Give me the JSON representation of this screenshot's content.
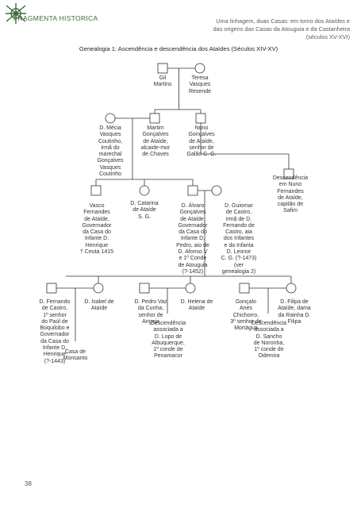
{
  "header": {
    "brand": "FRAGMENTA HISTORICA",
    "subtitle": "Uma linhagem, duas Casas: em torno dos Ataídes e\ndas origens das Casas da Atouguia e da Castanheira\n(séculos XV-XVI)"
  },
  "figure": {
    "title": "Genealogia 1: Ascendência e descendência dos Ataídes (Séculos XIV-XV)"
  },
  "persons": {
    "gil": "Gil\nMartins",
    "teresa": "Teresa\nVasques\nResende",
    "mecia": "D. Mécia\nVasques\nCoutinho,\nirmã do\nmarechal\nGonçalves\nVasques\nCoutinho",
    "martim": "Martim\nGonçalves\nde Ataíde,\nalcaide-mor\nde Chaves",
    "nuno": "Nuno\nGonçalves\nde Ataíde,\nsenhor de\nGalão C. G.",
    "desc_nuno": "Descendência\nem Nuno\nFernandes\nde Ataíde,\ncapitão de\nSafim",
    "vasco": "Vasco\nFernandes\nde Ataíde,\nGovernador\nda Casa do\nInfante D.\nHenrique\n† Ceuta 1415",
    "catarina": "D. Catarina\nde Ataíde\nS. G.",
    "alvaro": "D. Álvaro\nGonçalves\nde Ataíde,\nGovernador\nda Casa do\nInfante D.\nPedro, aio de\nD. Afonso V\ne 1º Conde\nde Atouguia\n(?-1452)",
    "guiomar": "D. Guiomar\nde Castro,\nirmã de D.\nFernando de\nCastro, aia\ndos Infantes\ne da Infanta\nD. Leonor\nC. G. (?-1473)\n(ver\ngenealogia 2)",
    "fernando": "D. Fernando\nde Castro,\n1º senhor\ndo Paúl de\nBoquilobo e\nGovernador\nda Casa do\nInfante D.\nHenrique\n(?-1443)",
    "isabel": "D. Isabel de\nAtaíde",
    "casa_monsanto": "Casa de\nMonsanto",
    "pedro": "D. Pedro Vaz\nda Cunha,\nsenhor de\nAngeja",
    "helena": "D. Helena de\nAtaíde",
    "desc_helena": "Descendência\nassociada a\nD. Lopo de\nAlbuquerque,\n1º conde de\nPenamacor",
    "goncalo": "Gonçalo\nAnes\nChichorro,\n3º senhor de\nMortágua",
    "filipa": "D. Filipa de\nAtaíde, dama\nda Rainha D.\nFilipa",
    "desc_filipa": "Descendência\nassociada a\nD. Sancho\nde Noronha,\n1º conde de\nOdemira"
  },
  "footer": {
    "page_number": "38"
  }
}
